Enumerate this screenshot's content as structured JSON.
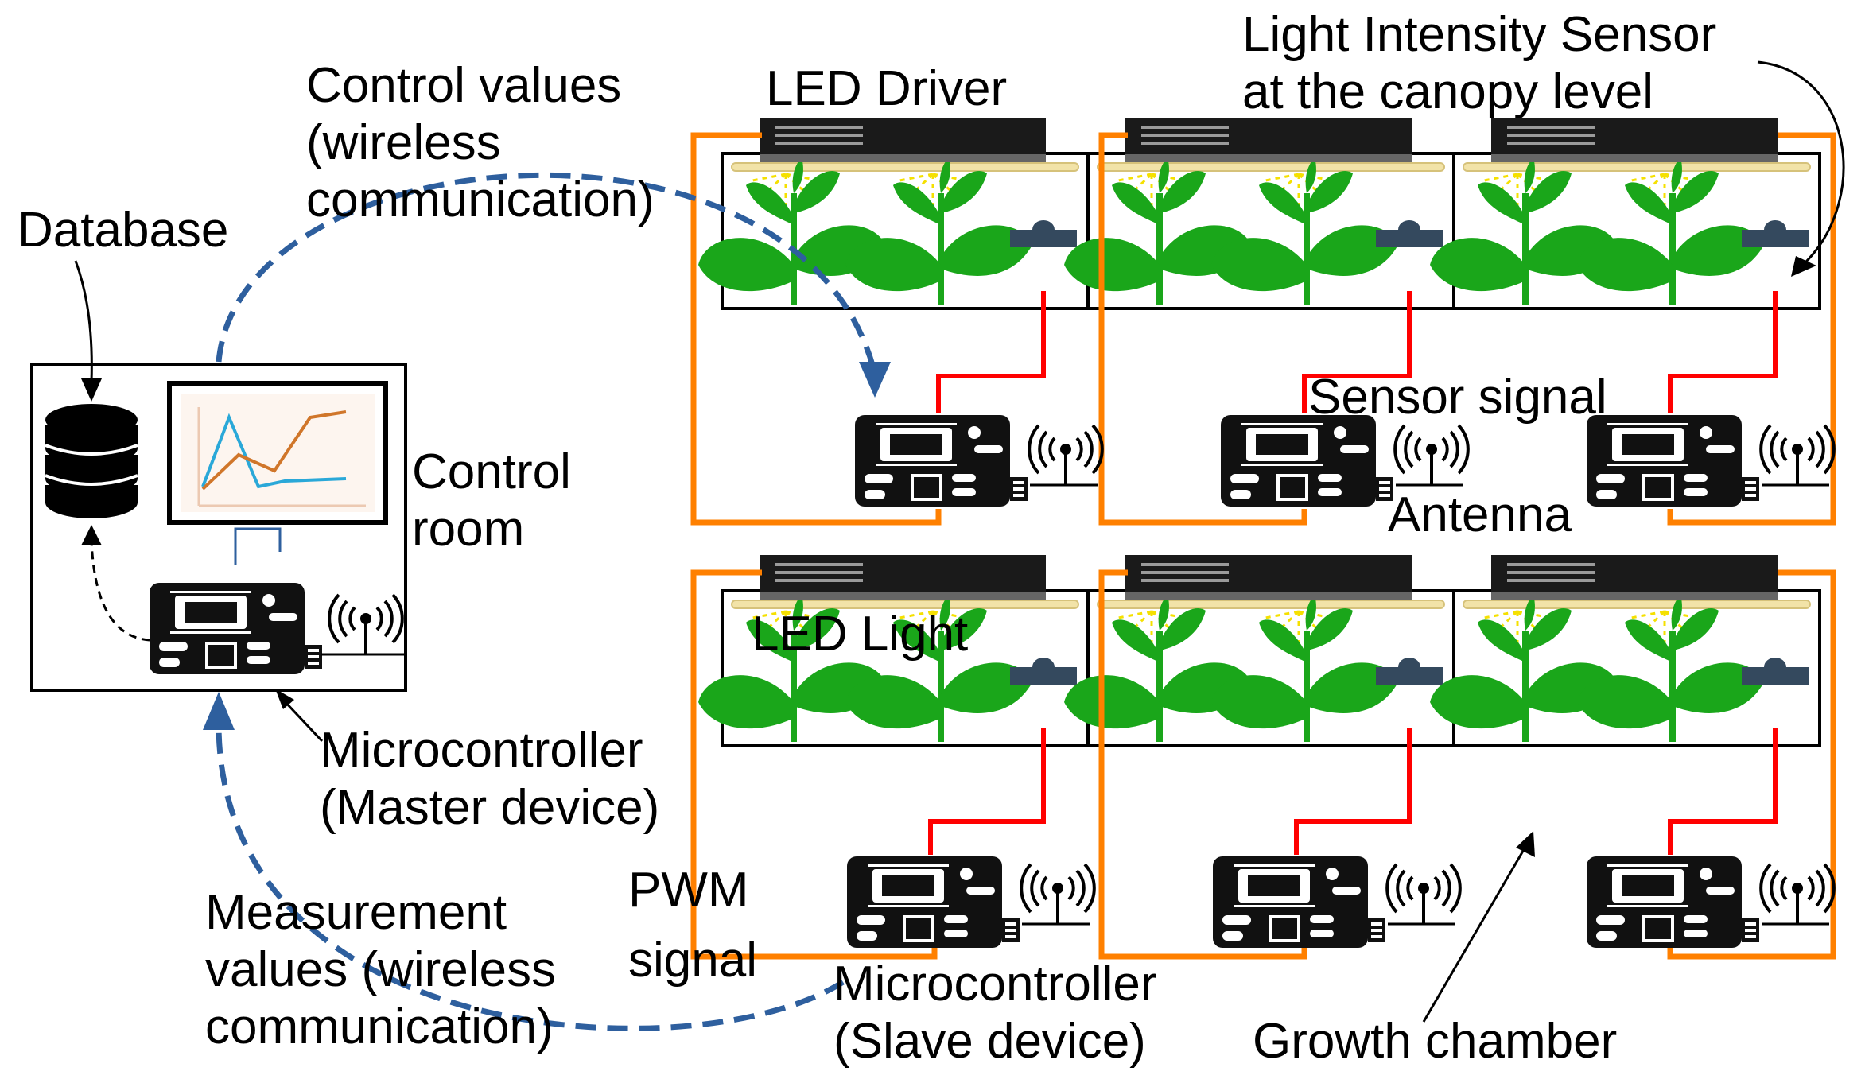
{
  "labels": {
    "database": "Database",
    "control_values_l1": "Control values",
    "control_values_l2": "(wireless",
    "control_values_l3": "communication)",
    "led_driver": "LED Driver",
    "light_sensor_l1": "Light Intensity Sensor",
    "light_sensor_l2": "at the canopy level",
    "control_room_l1": "Control",
    "control_room_l2": "room",
    "sensor_signal": "Sensor signal",
    "antenna": "Antenna",
    "led_light": "LED Light",
    "master_l1": "Microcontroller",
    "master_l2": "(Master device)",
    "pwm_l1": "PWM",
    "pwm_l2": "signal",
    "measurement_l1": "Measurement",
    "measurement_l2": "values (wireless",
    "measurement_l3": "communication)",
    "slave_l1": "Microcontroller",
    "slave_l2": "(Slave device)",
    "growth_chamber": "Growth chamber"
  },
  "icons": {
    "database": "database-icon",
    "monitor": "monitor-chart-icon",
    "microcontroller": "microcontroller-icon",
    "antenna": "antenna-icon",
    "plant": "plant-icon",
    "sensor": "light-sensor-icon",
    "led_driver": "led-driver-icon"
  },
  "colors": {
    "pwm_wire": "#ff8000",
    "sensor_wire": "#ff0000",
    "wireless_arrow": "#2e5f9e",
    "plant": "#1aa61a",
    "led_strip": "#f2e3a8",
    "light_rays": "#f5e000",
    "sensor_body": "#34495e",
    "chart_series_1": "#2aa8d8",
    "chart_series_2": "#d0762a"
  }
}
